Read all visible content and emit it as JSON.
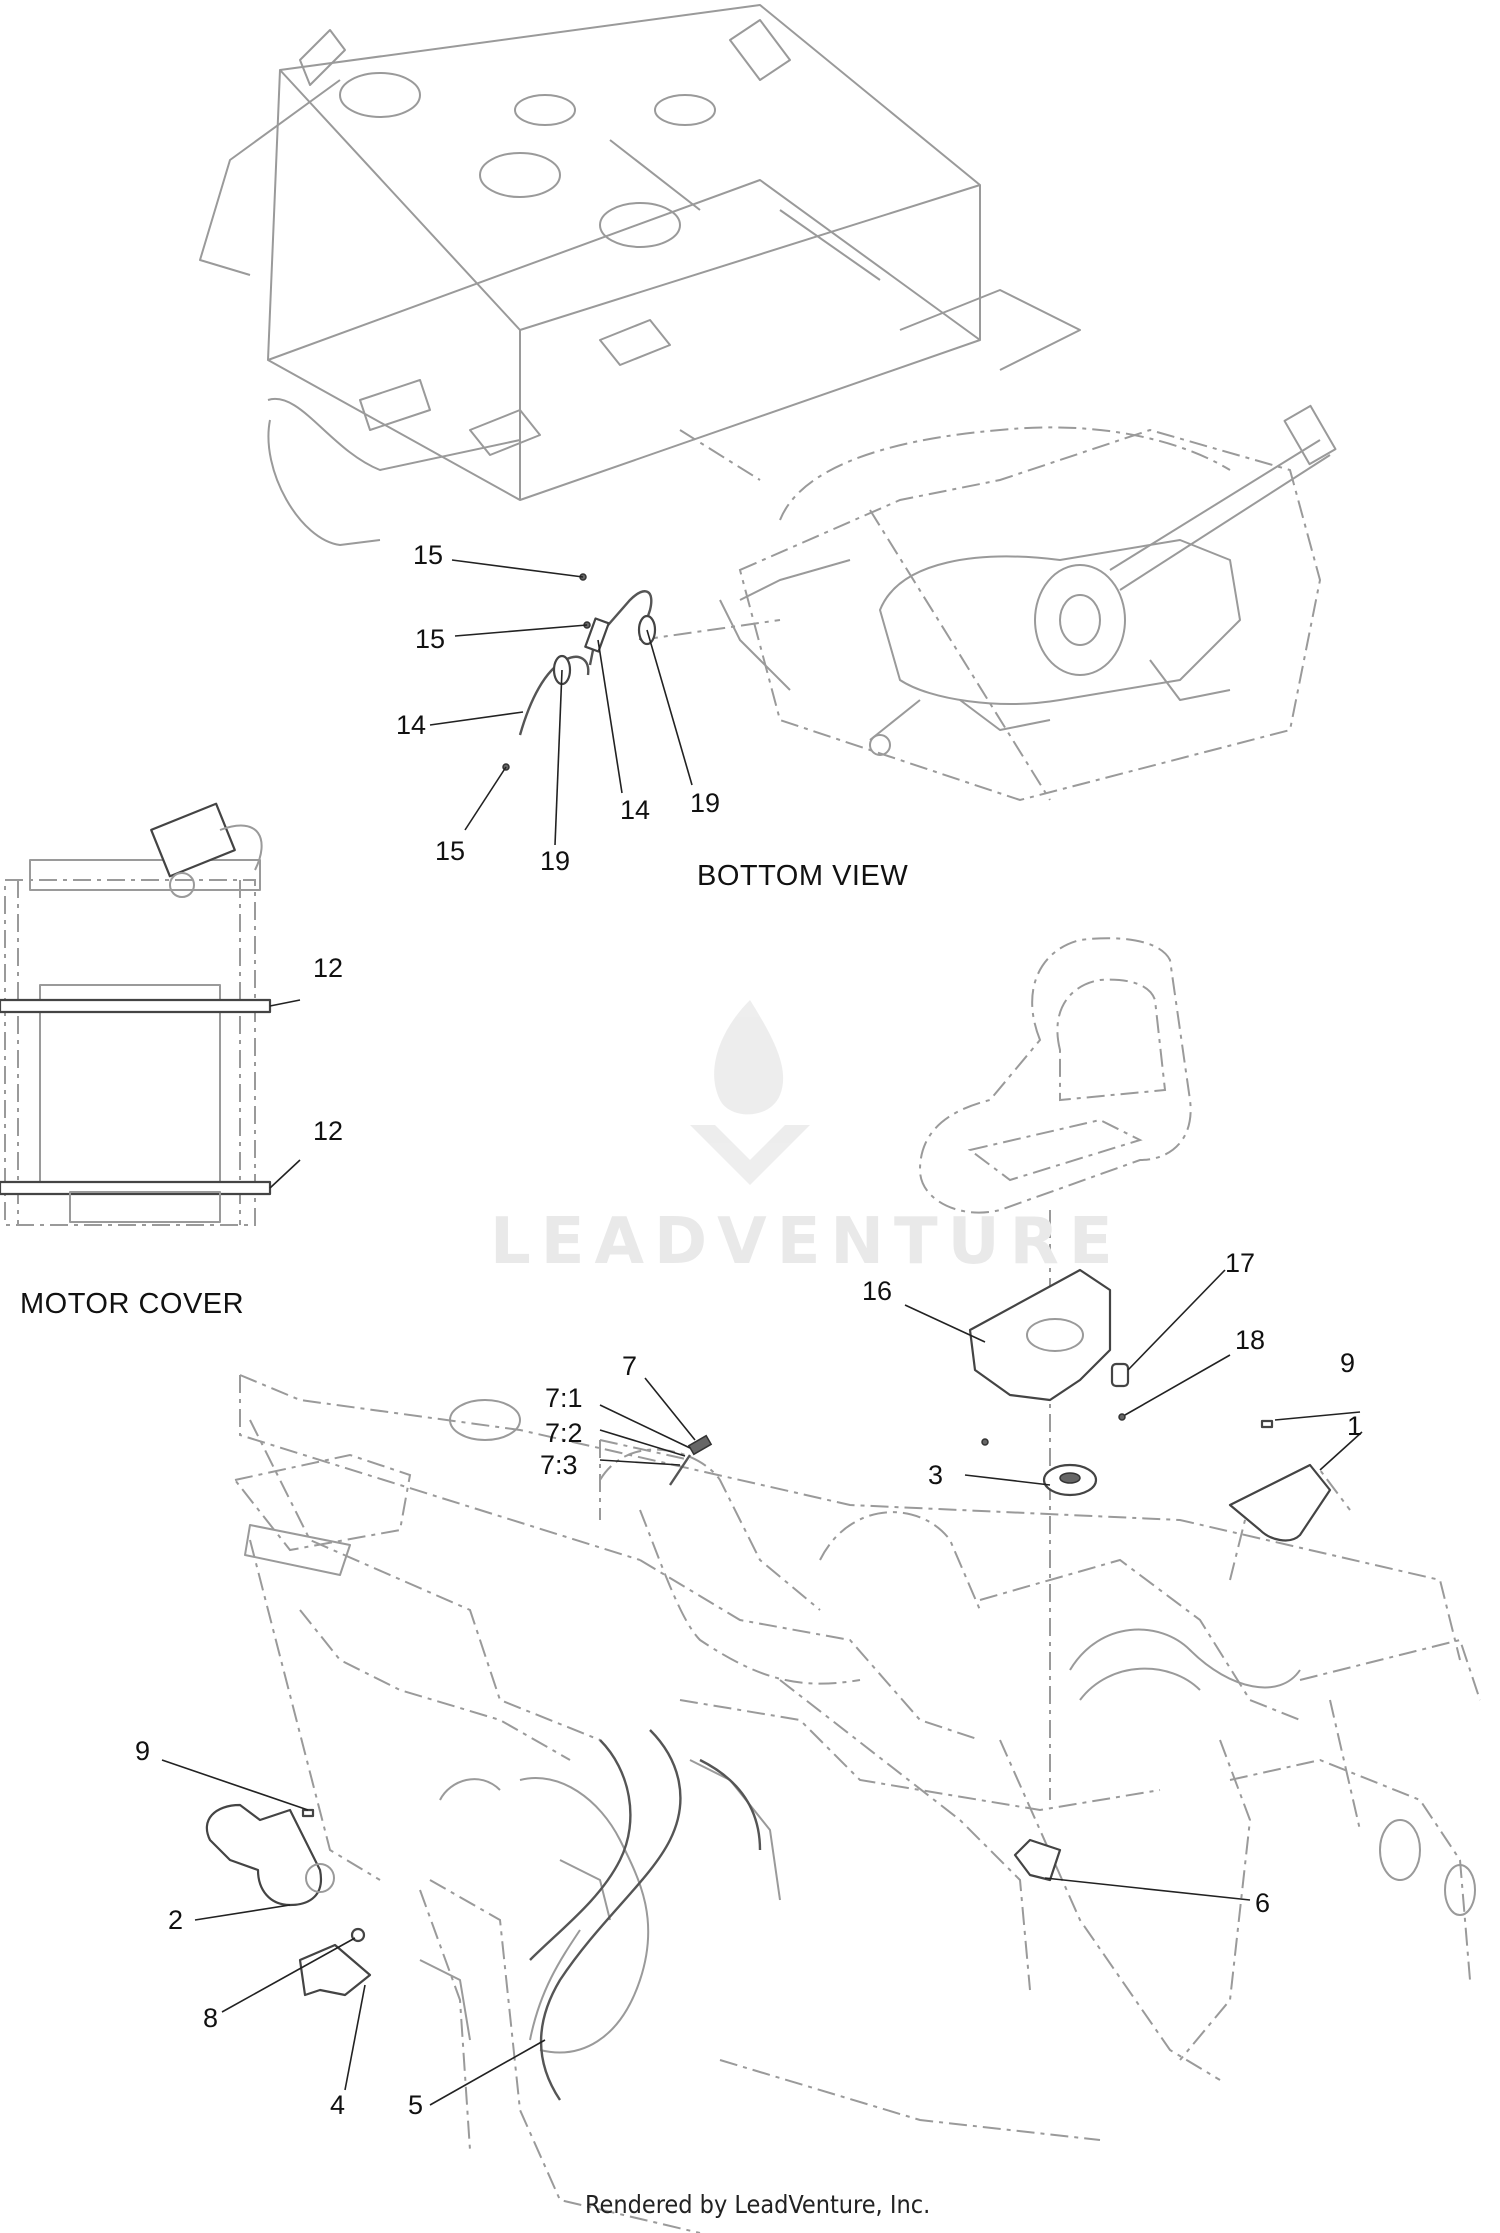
{
  "captions": {
    "bottom_view": "BOTTOM VIEW",
    "motor_cover": "MOTOR COVER"
  },
  "watermark": {
    "text": "LEADVENTURE",
    "logo_icon": "leadventure-flame-logo"
  },
  "footer": {
    "text": "Rendered by LeadVenture, Inc."
  },
  "callouts": {
    "c15a": "15",
    "c15b": "15",
    "c15c": "15",
    "c14a": "14",
    "c14b": "14",
    "c19a": "19",
    "c19b": "19",
    "c12a": "12",
    "c12b": "12",
    "c16": "16",
    "c17": "17",
    "c18": "18",
    "c7": "7",
    "c7_1": "7:1",
    "c7_2": "7:2",
    "c7_3": "7:3",
    "c3": "3",
    "c9a": "9",
    "c1": "1",
    "c9b": "9",
    "c2": "2",
    "c6": "6",
    "c8": "8",
    "c4": "4",
    "c5": "5"
  }
}
